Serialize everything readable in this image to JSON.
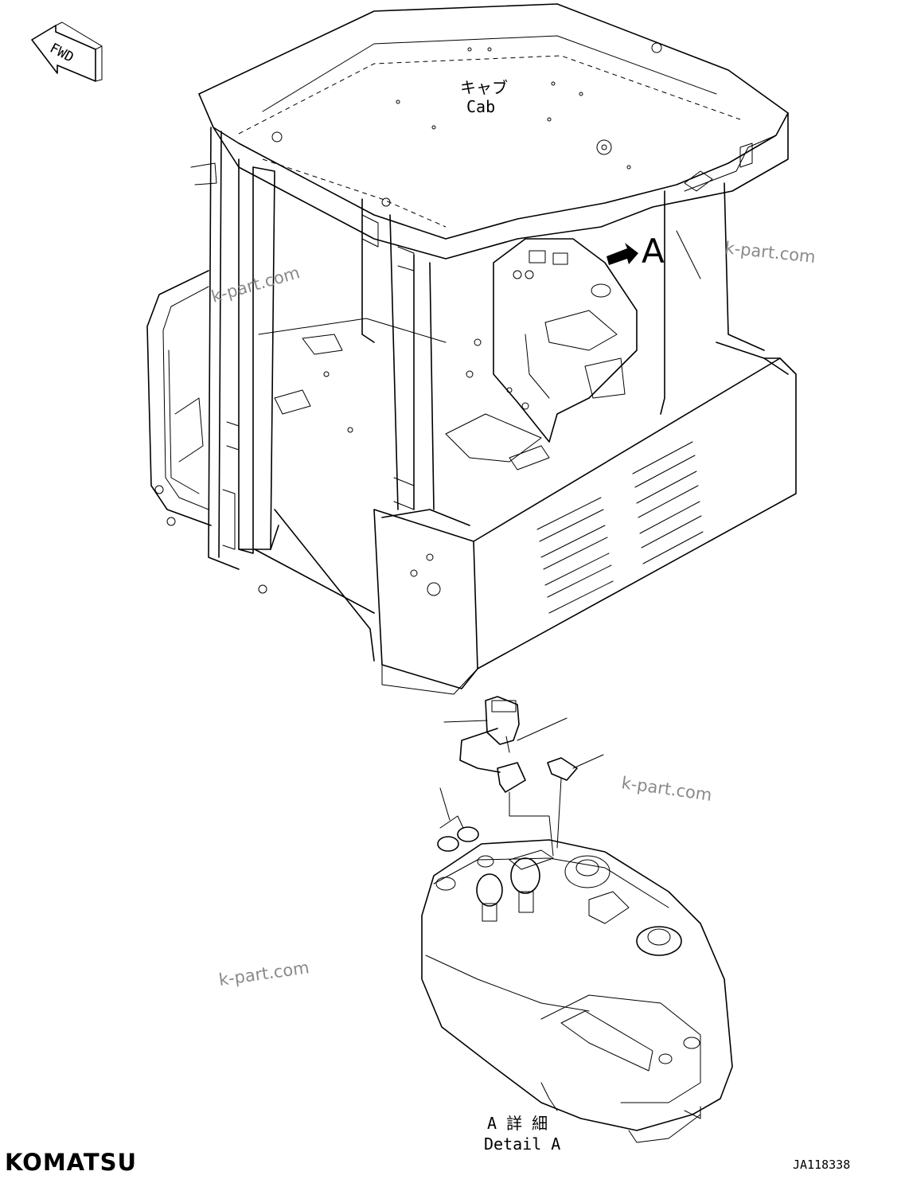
{
  "fwd_label": "FWD",
  "cab": {
    "jp": "キャブ",
    "en": "Cab"
  },
  "view_marker": "A",
  "detail": {
    "jp": "A 詳 細",
    "en": "Detail A"
  },
  "watermark": "k-part.com",
  "brand": "KOMATSU",
  "drawing_number": "JA118338"
}
